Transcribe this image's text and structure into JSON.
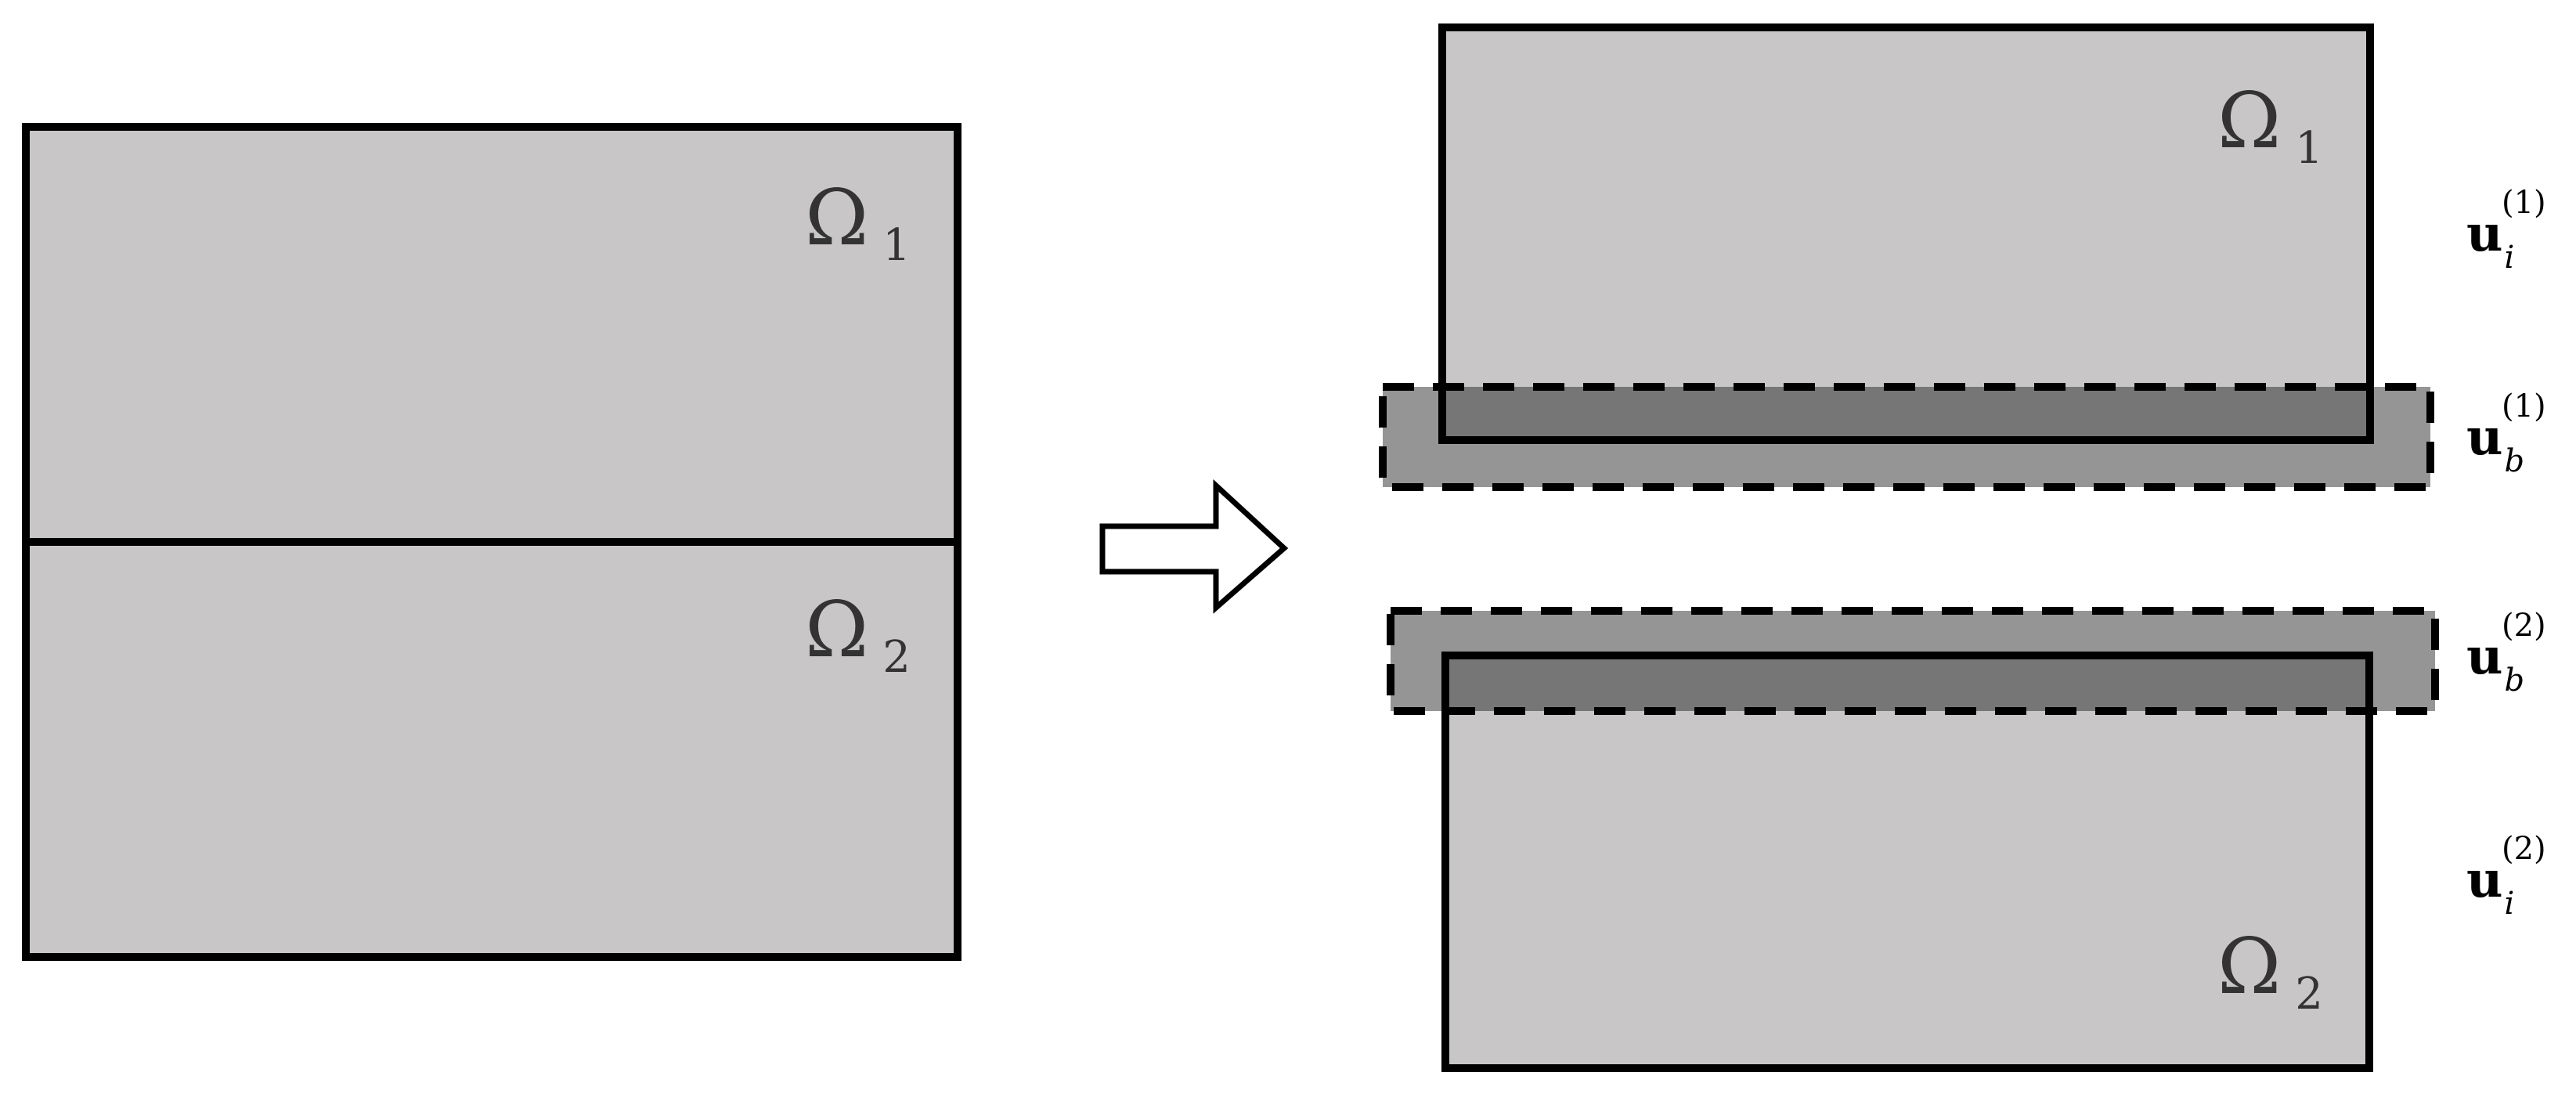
{
  "colors": {
    "domain_fill": "#c8c6c7",
    "overlap_fill": "#959595",
    "overlap_inner_fill": "#767676",
    "stroke": "#000000",
    "background": "#ffffff"
  },
  "left": {
    "top_domain": {
      "symbol": "Ω",
      "subscript": "1"
    },
    "bottom_domain": {
      "symbol": "Ω",
      "subscript": "2"
    }
  },
  "right": {
    "top_domain": {
      "symbol": "Ω",
      "subscript": "1"
    },
    "bottom_domain": {
      "symbol": "Ω",
      "subscript": "2"
    }
  },
  "labels": {
    "ui1": {
      "base": "u",
      "sub": "i",
      "sup": "(1)"
    },
    "ub1": {
      "base": "u",
      "sub": "b",
      "sup": "(1)"
    },
    "ub2": {
      "base": "u",
      "sub": "b",
      "sup": "(2)"
    },
    "ui2": {
      "base": "u",
      "sub": "i",
      "sup": "(2)"
    }
  },
  "icons": {
    "arrow": "right-arrow-icon"
  }
}
